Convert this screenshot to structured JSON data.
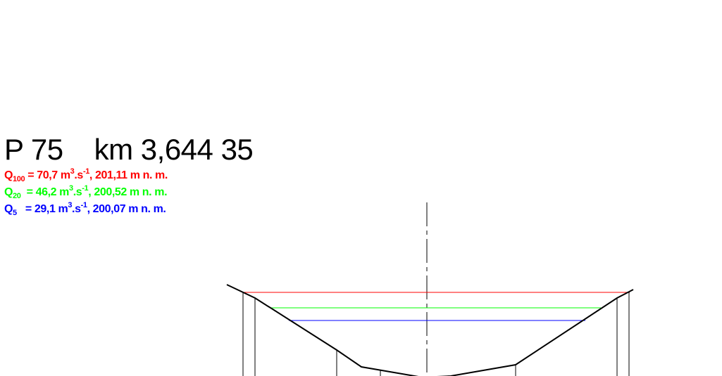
{
  "header": {
    "profile_label": "P 75",
    "station_label": "km 3,644 35"
  },
  "discharges": [
    {
      "symbol": "Q",
      "index": "100",
      "pad": "",
      "flow": "70,7",
      "unit_base": "m",
      "unit_exp1": "3",
      "unit_mid": ".s",
      "unit_exp2": "-1",
      "level": "201,11 m n. m.",
      "color": "#ff0000"
    },
    {
      "symbol": "Q",
      "index": "20",
      "pad": " ",
      "flow": "46,2",
      "unit_base": "m",
      "unit_exp1": "3",
      "unit_mid": ".s",
      "unit_exp2": "-1",
      "level": "200,52 m n. m.",
      "color": "#00ff00"
    },
    {
      "symbol": "Q",
      "index": "5",
      "pad": "  ",
      "flow": "29,1",
      "unit_base": "m",
      "unit_exp1": "3",
      "unit_mid": ".s",
      "unit_exp2": "-1",
      "level": "200,07 m n. m.",
      "color": "#0000ff"
    }
  ],
  "colors": {
    "terrain": "#000000",
    "axis": "#000000",
    "q100": "#ff0000",
    "q20": "#00ff00",
    "q5": "#0000ff"
  }
}
